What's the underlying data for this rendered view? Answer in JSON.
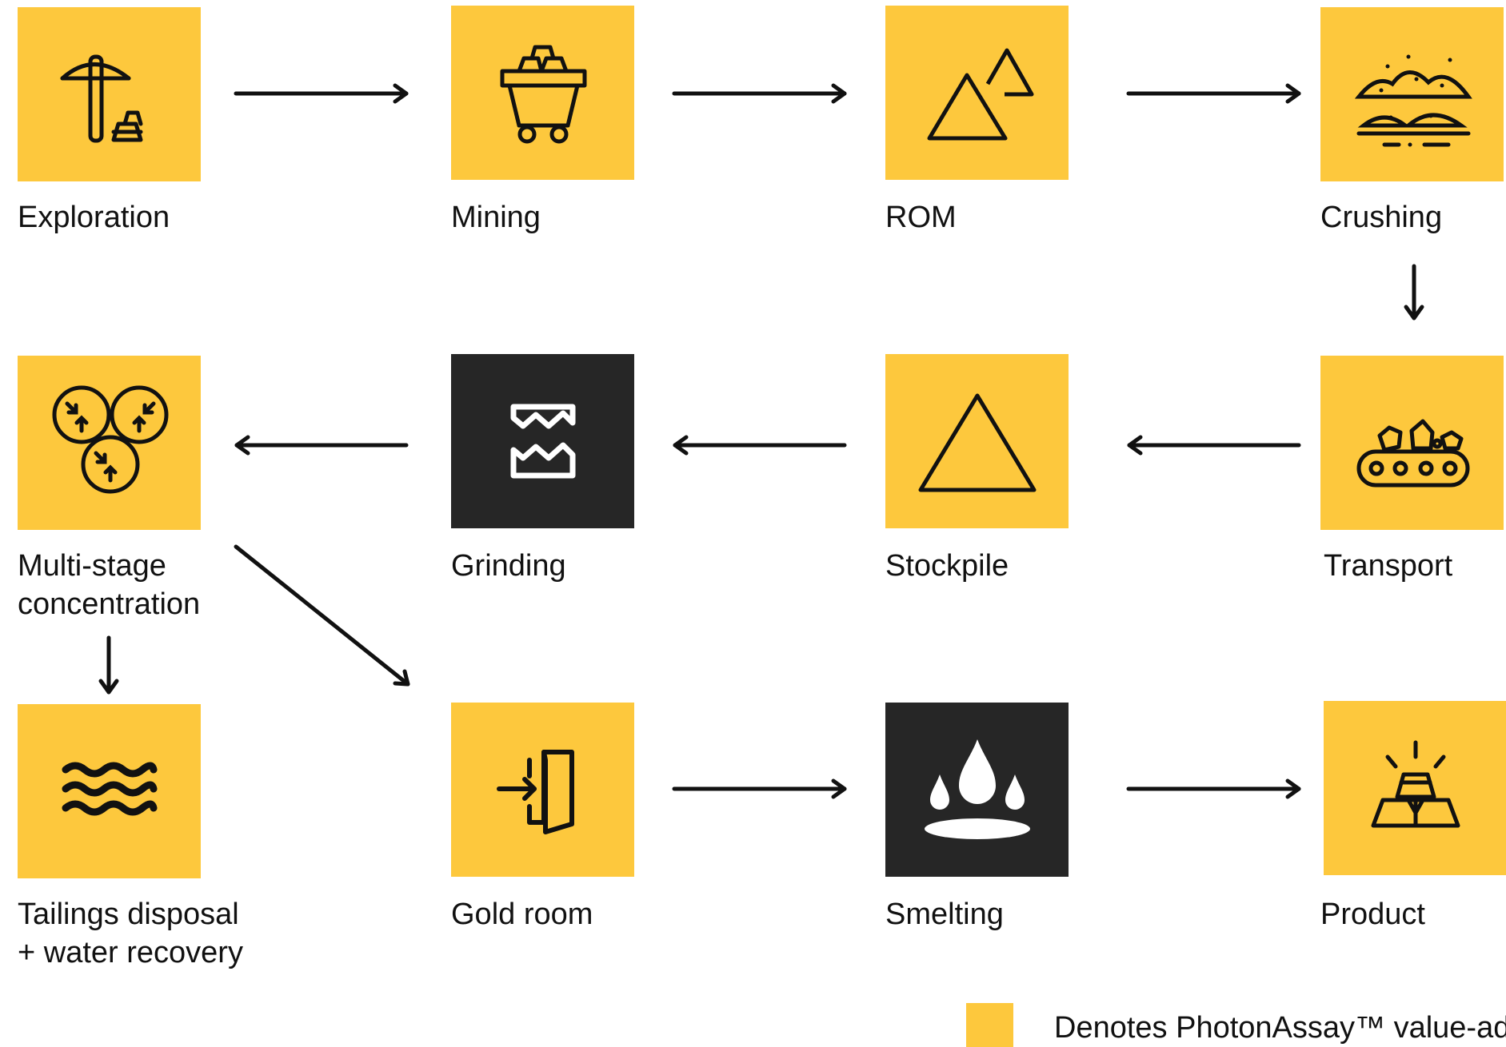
{
  "colors": {
    "accent": "#FDC83D",
    "dark": "#262626",
    "stroke": "#111111"
  },
  "steps": {
    "exploration": {
      "label": "Exploration",
      "icon": "pickaxe-gold-icon"
    },
    "mining": {
      "label": "Mining",
      "icon": "mine-cart-icon"
    },
    "rom": {
      "label": "ROM",
      "icon": "ore-piles-icon"
    },
    "crushing": {
      "label": "Crushing",
      "icon": "crushed-ore-piles-icon"
    },
    "transport": {
      "label": "Transport",
      "icon": "conveyor-belt-icon"
    },
    "stockpile": {
      "label": "Stockpile",
      "icon": "stockpile-triangle-icon"
    },
    "grinding": {
      "label": "Grinding",
      "icon": "grinding-jaw-icon"
    },
    "multistage": {
      "label": "Multi-stage\nconcentration",
      "icon": "concentration-circles-icon"
    },
    "tailings": {
      "label": "Tailings disposal\n+ water recovery",
      "icon": "water-waves-icon"
    },
    "goldroom": {
      "label": "Gold room",
      "icon": "enter-door-icon"
    },
    "smelting": {
      "label": "Smelting",
      "icon": "molten-drops-icon"
    },
    "product": {
      "label": "Product",
      "icon": "gold-bars-icon"
    }
  },
  "legend": {
    "text": "Denotes PhotonAssay™ value-added"
  }
}
